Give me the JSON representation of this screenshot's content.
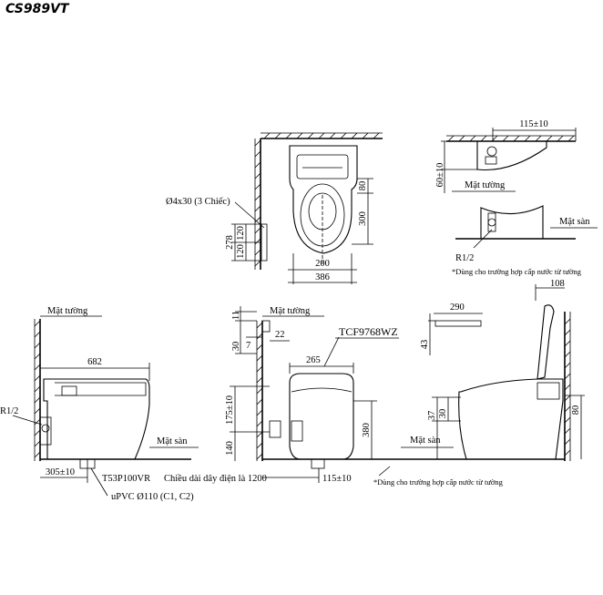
{
  "model_code": "CS989VT",
  "labels": {
    "wall": "Mặt tường",
    "floor": "Mặt sàn",
    "screw": "Ø4x30 (3 Chiếc)",
    "supply_r12": "R1/2",
    "valve_model": "TCF9768WZ",
    "flange_model": "T53P100VR",
    "cable_length": "Chiều dài dây điện là 1200",
    "pipe": "uPVC Ø110 (C1, C2)",
    "note": "*Dùng cho trường hợp cấp nước từ tường"
  },
  "dimensions": {
    "d115_10": "115±10",
    "d60_10": "60±10",
    "d80": "80",
    "d300": "300",
    "d200": "200",
    "d386": "386",
    "d278": "278",
    "d120a": "120",
    "d120b": "120",
    "d682": "682",
    "d305_10": "305±10",
    "d11": "11",
    "d30a": "30",
    "d7": "7",
    "d22": "22",
    "d265": "265",
    "d175_10": "175±10",
    "d380": "380",
    "d140": "140",
    "d115_10b": "115±10",
    "d290": "290",
    "d108": "108",
    "d43": "43",
    "d37": "37",
    "d30b": "30",
    "d80b": "80"
  }
}
